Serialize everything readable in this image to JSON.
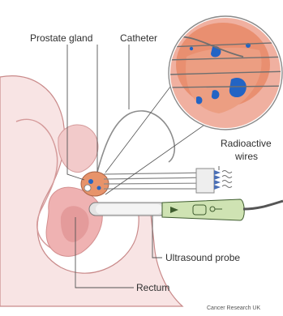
{
  "labels": {
    "prostate_gland": "Prostate gland",
    "catheter": "Catheter",
    "radioactive_line1": "Radioactive",
    "radioactive_line2": "wires",
    "ultrasound_probe": "Ultrasound probe",
    "rectum": "Rectum"
  },
  "credit": "Cancer Research UK",
  "colors": {
    "body_fill": "#f6dede",
    "body_outline": "#c98a8a",
    "tissue_pink": "#eba9a9",
    "prostate_orange": "#e7936a",
    "tumour_blue": "#2364c4",
    "probe_green": "#cfe3b3",
    "probe_dark": "#3f5d2f",
    "leader_line": "#555555"
  },
  "icons": {
    "zoom_inset": "magnified-prostate-icon",
    "probe": "ultrasound-probe-icon"
  }
}
